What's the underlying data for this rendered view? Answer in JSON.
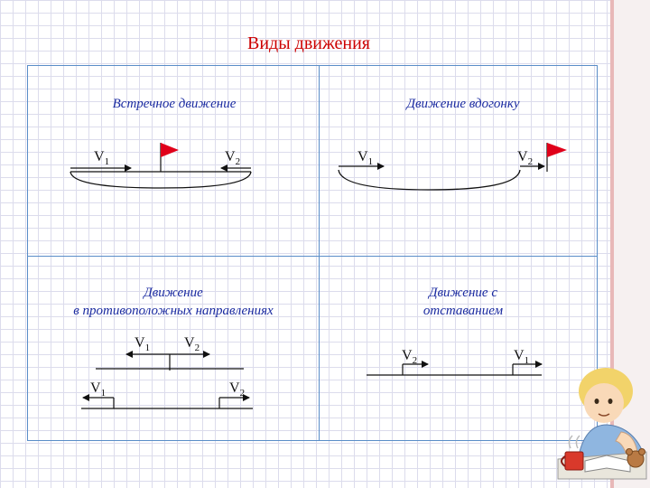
{
  "title": "Виды движения",
  "panels": {
    "oncoming": {
      "heading": "Встречное движение"
    },
    "pursuit": {
      "heading": "Движение вдогонку"
    },
    "opposite": {
      "heading_line1": "Движение",
      "heading_line2": "в противоположных направлениях"
    },
    "lagging": {
      "heading_line1": "Движение с",
      "heading_line2": "отставанием"
    }
  },
  "labels": {
    "v": "V",
    "sub1": "1",
    "sub2": "2"
  },
  "colors": {
    "title": "#cc0000",
    "heading": "#1a2aa0",
    "frame": "#5a8ec8",
    "flag": "#e0001a"
  },
  "illustration": "boy-thinking-at-desk"
}
